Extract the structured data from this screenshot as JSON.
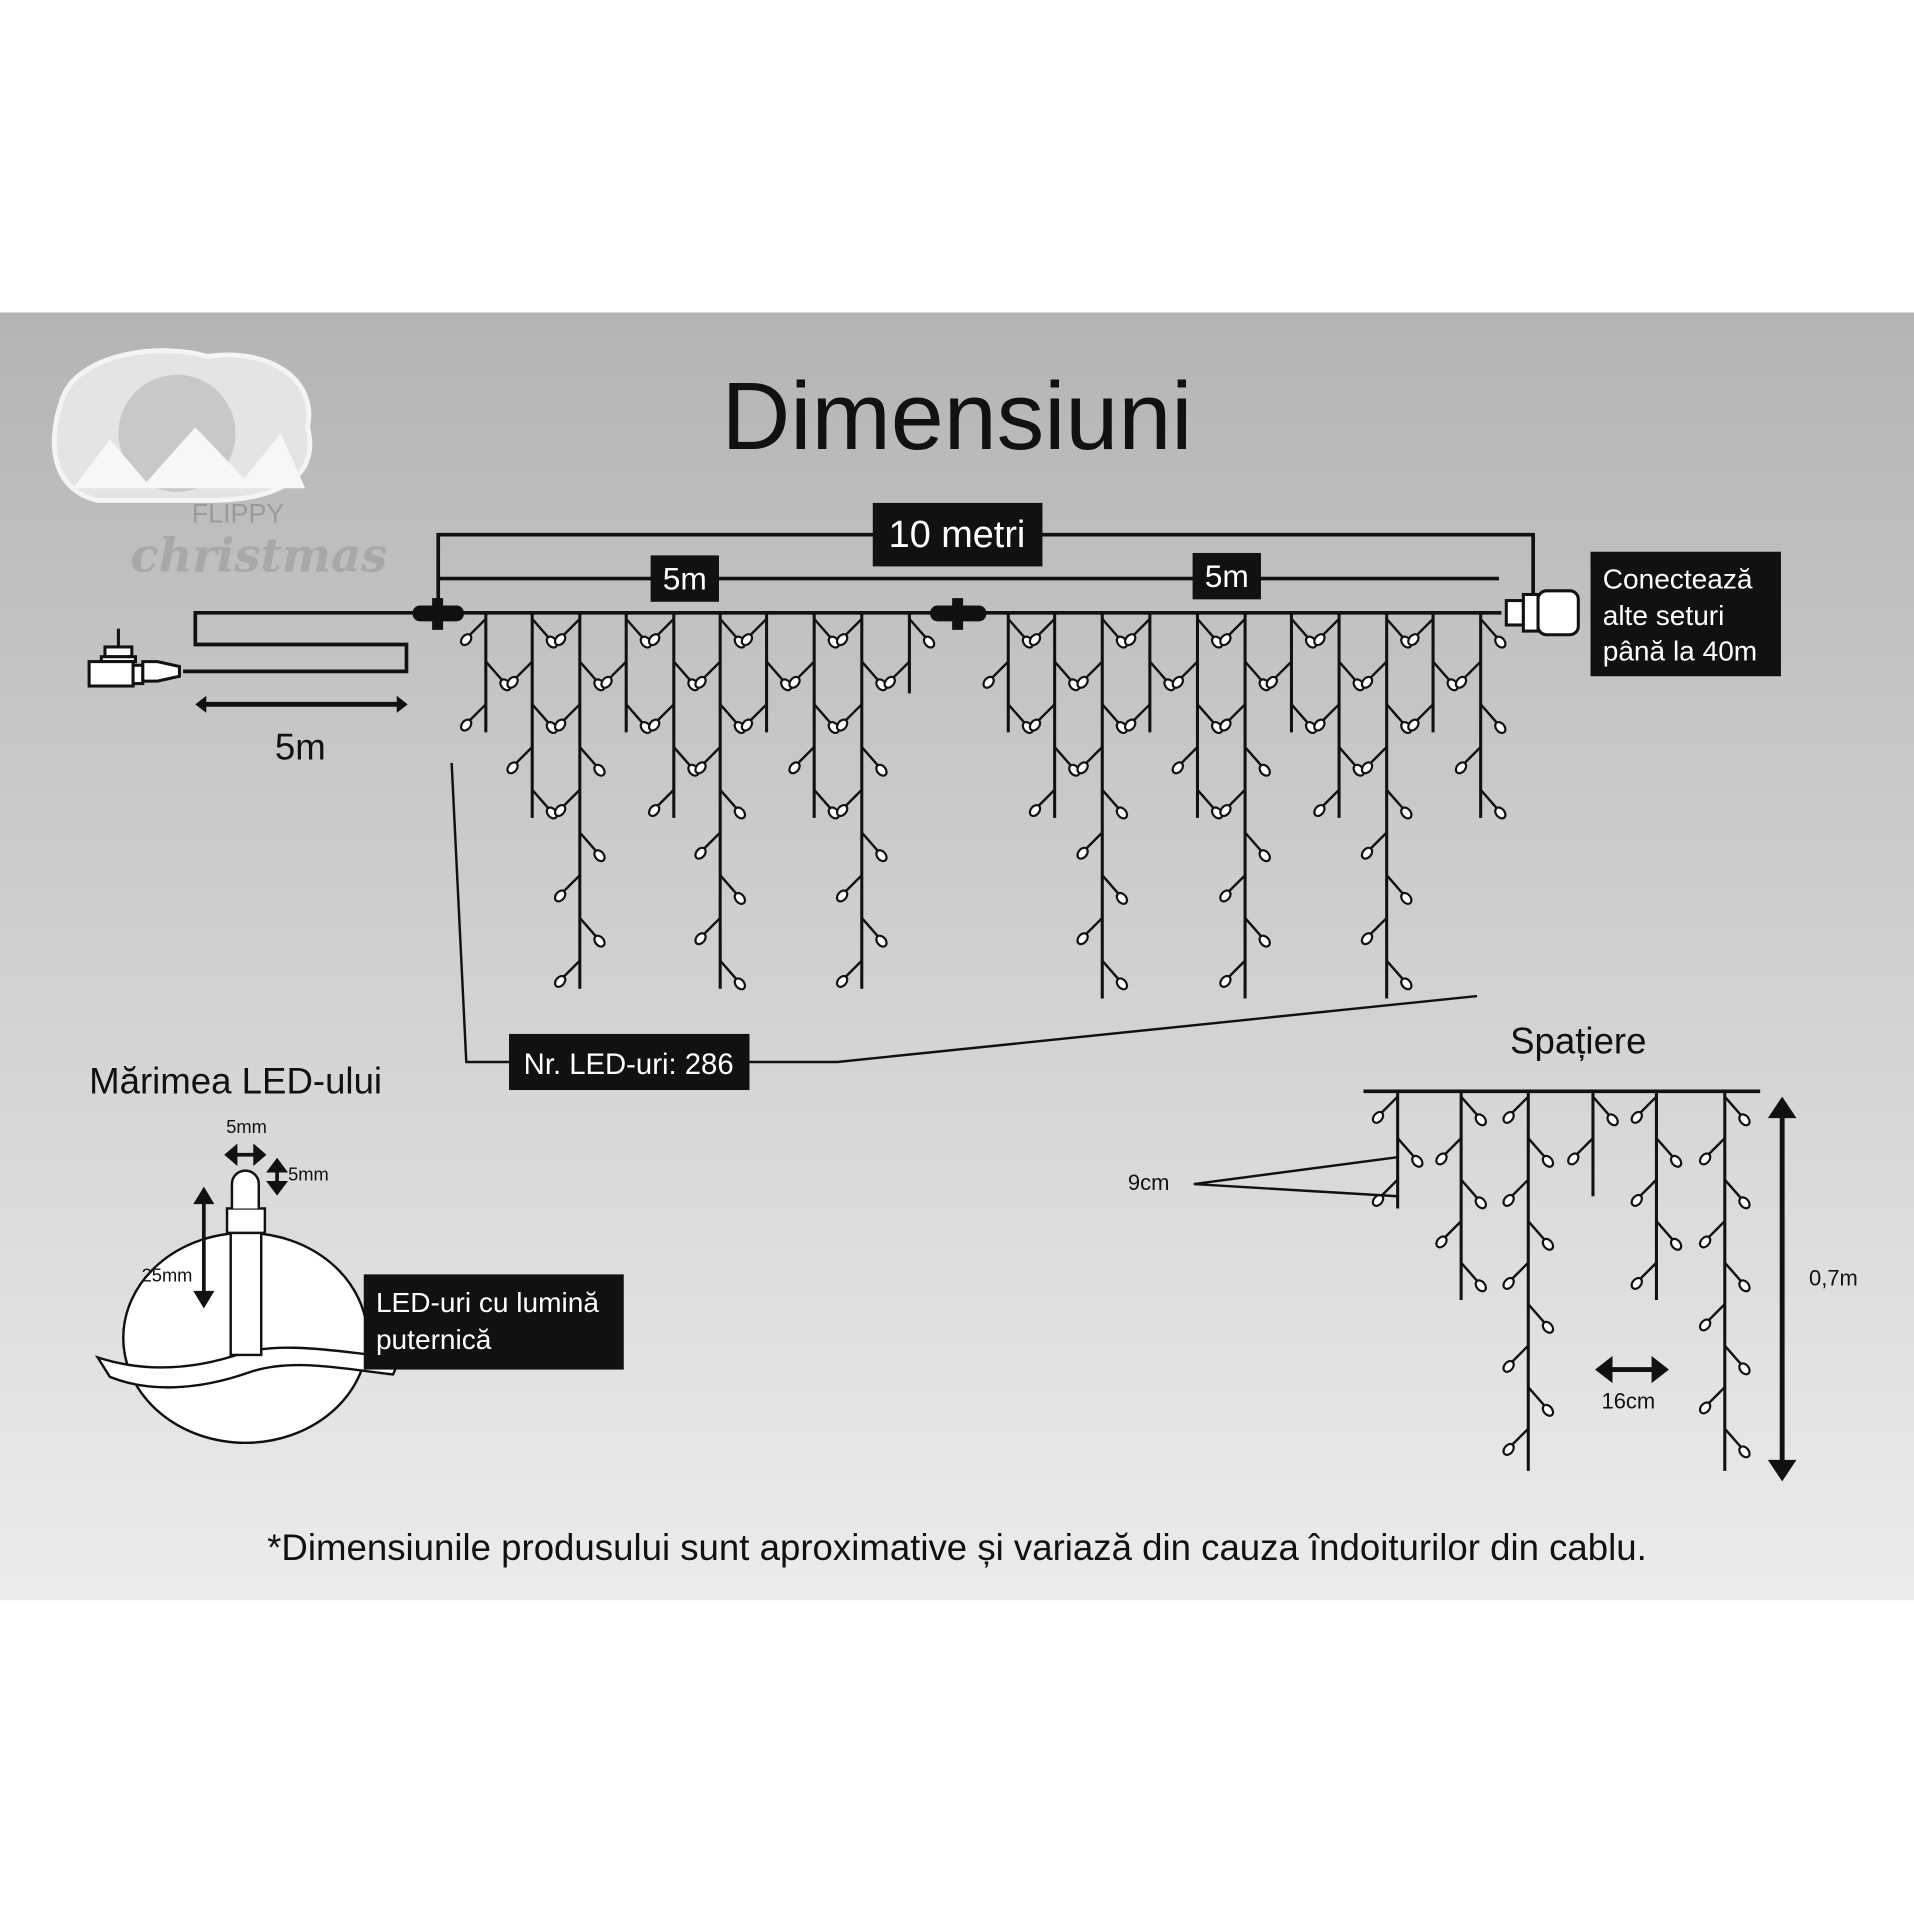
{
  "title": "Dimensiuni",
  "logo": {
    "brand": "FLIPPY",
    "sub": "christmas"
  },
  "labels": {
    "total_length": "10 metri",
    "half_left": "5m",
    "half_right": "5m",
    "lead_cable": "5m",
    "connect": [
      "Conectează",
      "alte seturi",
      "până la 40m"
    ],
    "led_count": "Nr. LED-uri: 286"
  },
  "led_size": {
    "title": "Mărimea LED-ului",
    "width": "5mm",
    "height": "5mm",
    "length": "25mm",
    "note": [
      "LED-uri cu lumină",
      "puternică"
    ]
  },
  "spacing": {
    "title": "Spațiere",
    "vertical": "9cm",
    "horizontal": "16cm",
    "drop": "0,7m"
  },
  "footnote": "*Dimensiunile produsului sunt aproximative și variază din cauza îndoiturilor din cablu.",
  "colors": {
    "band_top": "#b4b4b4",
    "band_bottom": "#ececec",
    "label_bg": "#111111"
  }
}
